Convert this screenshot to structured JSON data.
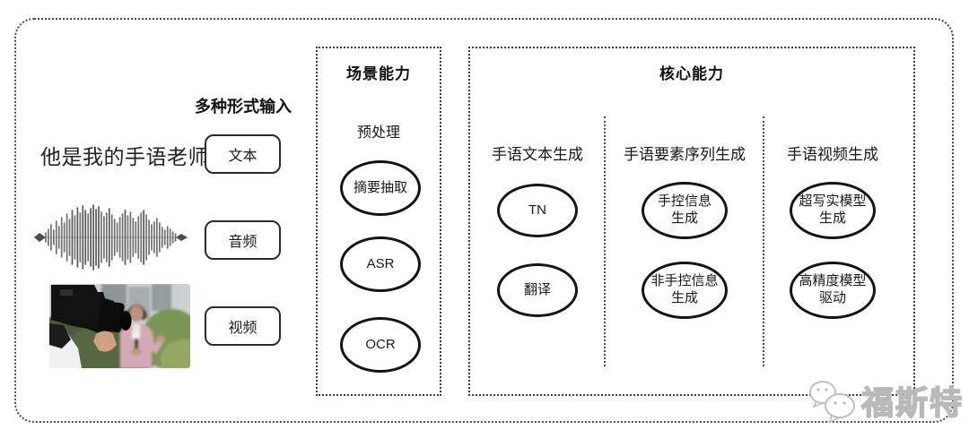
{
  "colors": {
    "ink": "#1c1c1c",
    "dotted_border": "#4a4a4a",
    "ellipse_stroke": "#141414",
    "watermark_gray": "#b9b9b9"
  },
  "input": {
    "header": "多种形式输入",
    "sentence": "他是我的手语老师",
    "text_label": "文本",
    "audio_label": "音频",
    "video_label": "视频"
  },
  "scene": {
    "title": "场景能力",
    "stage_label": "预处理",
    "nodes": [
      {
        "label": "摘要抽取"
      },
      {
        "label": "ASR"
      },
      {
        "label": "OCR"
      }
    ]
  },
  "core": {
    "title": "核心能力",
    "columns": [
      {
        "header": "手语文本生成",
        "nodes": [
          {
            "label": "TN"
          },
          {
            "label": "翻译"
          }
        ]
      },
      {
        "header": "手语要素序列生成",
        "nodes": [
          {
            "label": "手控信息\n生成"
          },
          {
            "label": "非手控信息\n生成"
          }
        ]
      },
      {
        "header": "手语视频生成",
        "nodes": [
          {
            "label": "超写实模型\n生成"
          },
          {
            "label": "高精度模型\n驱动"
          }
        ]
      }
    ]
  },
  "watermark": {
    "label": "福斯特"
  }
}
